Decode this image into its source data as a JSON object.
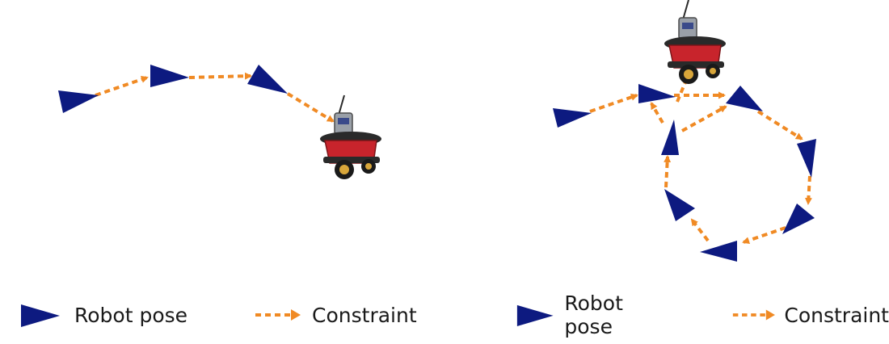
{
  "colors": {
    "pose": "#0d1a80",
    "constraint": "#f08a24",
    "robot_body": "#c8242c",
    "robot_dark": "#2a2a2a",
    "robot_gray": "#9aa0a8",
    "wheel": "#d8a63a"
  },
  "icons": {
    "pose": "navy-triangle-icon",
    "constraint": "dashed-orange-arrow-icon",
    "robot": "mobile-robot-icon"
  },
  "legend_left": {
    "pose_label": "Robot pose",
    "constraint_label": "Constraint"
  },
  "legend_right": {
    "pose_label": "Robot pose",
    "constraint_label": "Constraint"
  }
}
